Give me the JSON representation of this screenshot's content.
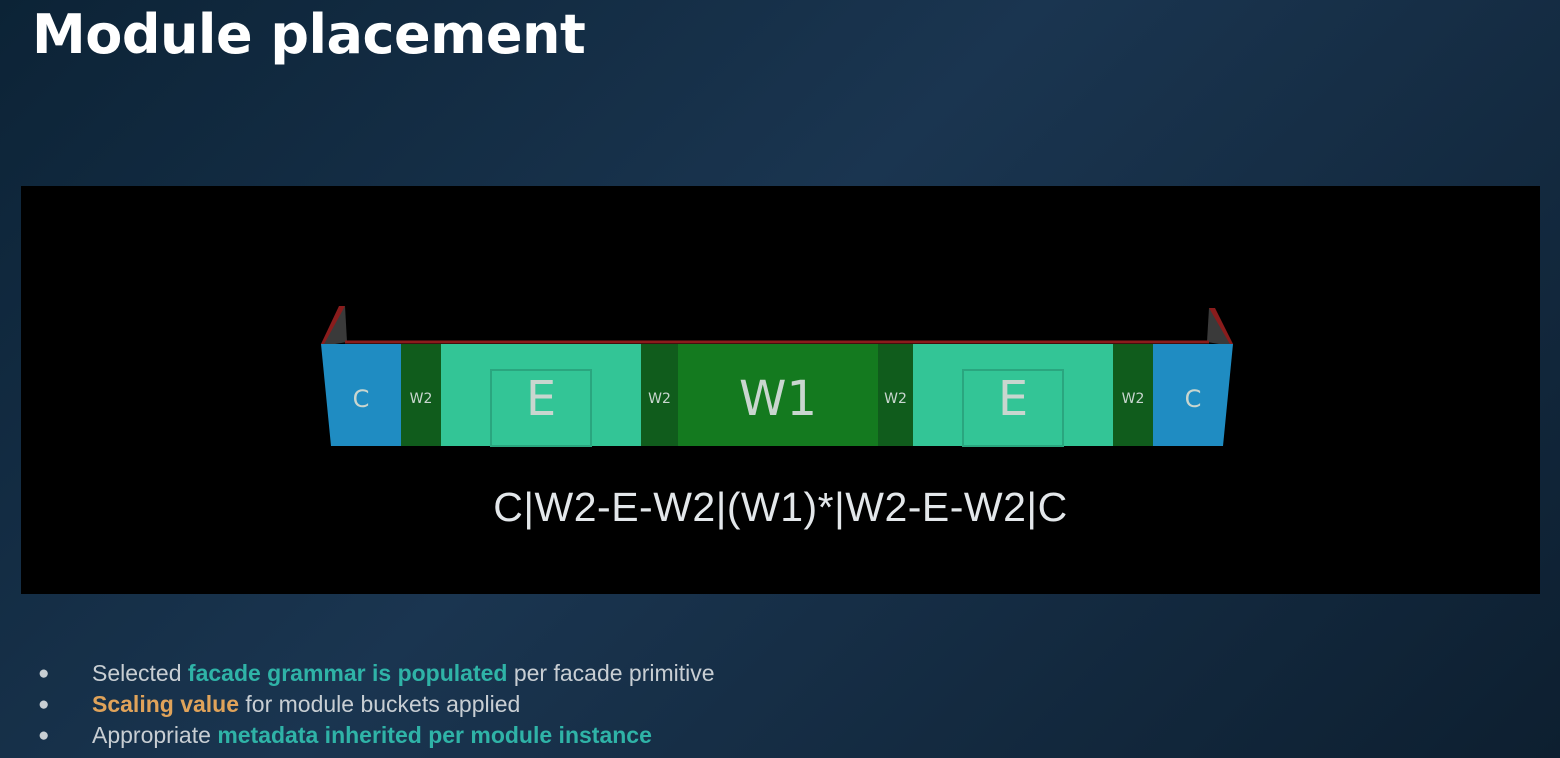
{
  "slide": {
    "title": "Module placement"
  },
  "viewport": {
    "modules": [
      {
        "label": "C",
        "type": "corner"
      },
      {
        "label": "W2",
        "type": "window-small"
      },
      {
        "label": "E",
        "type": "entrance"
      },
      {
        "label": "W2",
        "type": "window-small"
      },
      {
        "label": "W1",
        "type": "window-large"
      },
      {
        "label": "W2",
        "type": "window-small"
      },
      {
        "label": "E",
        "type": "entrance"
      },
      {
        "label": "W2",
        "type": "window-small"
      },
      {
        "label": "C",
        "type": "corner"
      }
    ],
    "grammar": "C|W2-E-W2|(W1)*|W2-E-W2|C",
    "colors": {
      "corner": "#1f8cc2",
      "window_small": "#105c1c",
      "window_large": "#147a1f",
      "entrance": "#33c596",
      "roof_edge": "#8a1c1c"
    }
  },
  "bullets": [
    {
      "pre": "Selected ",
      "highlight": "facade grammar is populated",
      "post": " per facade primitive",
      "highlight_color": "#2fb3a7"
    },
    {
      "pre": "",
      "highlight": "Scaling value",
      "post": " for module buckets applied",
      "highlight_color": "#e0a35a"
    },
    {
      "pre": "Appropriate ",
      "highlight": "metadata inherited per module instance",
      "post": "",
      "highlight_color": "#2fb3a7"
    }
  ]
}
